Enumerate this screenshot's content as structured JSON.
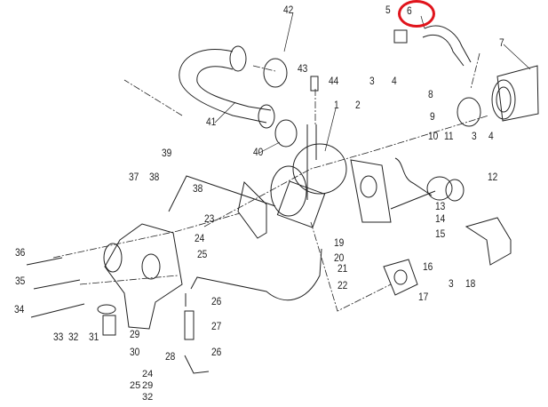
{
  "diagram": {
    "highlight_color": "#e0141c",
    "line_color": "#222222",
    "highlighted_part": "6",
    "callouts": [
      "42",
      "5",
      "6",
      "7",
      "43",
      "44",
      "3",
      "4",
      "8",
      "1",
      "2",
      "9",
      "41",
      "10",
      "11",
      "3",
      "4",
      "40",
      "39",
      "12",
      "37",
      "38",
      "38",
      "13",
      "23",
      "14",
      "24",
      "15",
      "19",
      "36",
      "25",
      "20",
      "21",
      "16",
      "35",
      "22",
      "26",
      "17",
      "3",
      "18",
      "34",
      "27",
      "33",
      "32",
      "31",
      "29",
      "30",
      "26",
      "28"
    ],
    "footnote": {
      "group": "25",
      "items": [
        "24",
        "29",
        "32"
      ]
    }
  }
}
